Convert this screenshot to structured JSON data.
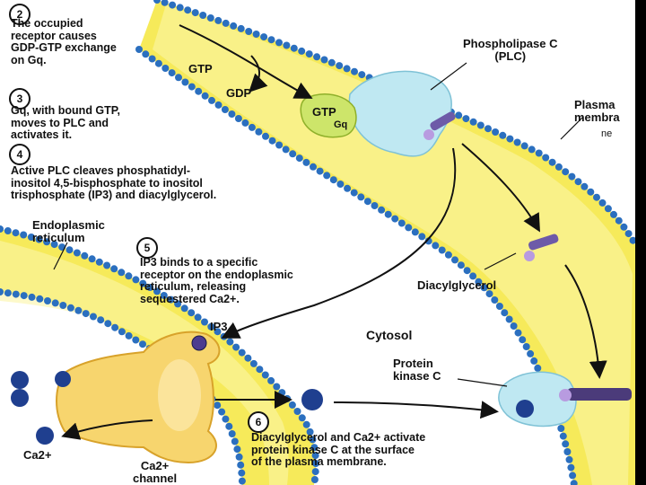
{
  "colors": {
    "membrane": "#f6ea5a",
    "membrane_light": "#fbf5a6",
    "lipid_head": "#2b6fbf",
    "protein": "#bfe8f2",
    "g_protein": "#cde56a",
    "channel": "#f7d56e",
    "ion": "#1f3f8f",
    "dag": "#6d5aa8",
    "background": "#ffffff",
    "edge": "#000000"
  },
  "icons": {
    "step_marker": "circled-number-icon",
    "calcium": "calcium-ion-icon",
    "dag": "diacylglycerol-molecule-icon"
  },
  "steps": {
    "s2": {
      "number": "2",
      "text": "The occupied\nreceptor causes\nGDP-GTP exchange\non Gq."
    },
    "s3": {
      "number": "3",
      "text": "Gq, with bound GTP,\nmoves to PLC and\nactivates it."
    },
    "s4": {
      "number": "4",
      "text": "Active PLC cleaves phosphatidyl-\ninositol 4,5-bisphosphate to inositol\ntrisphosphate (IP3) and diacylglycerol."
    },
    "s5": {
      "number": "5",
      "text": "IP3 binds to a specific\nreceptor on the endoplasmic\nreticulum, releasing\nsequestered Ca2+."
    },
    "s6": {
      "number": "6",
      "text": "Diacylglycerol and Ca2+ activate\nprotein kinase C at the surface\nof the plasma membrane."
    }
  },
  "labels": {
    "gtp_in": "GTP",
    "gdp_out": "GDP",
    "gtp_bound": "GTP",
    "gq": "Gq",
    "plc": "Phospholipase C\n(PLC)",
    "plasma_membrane": "Plasma\nmembra",
    "plasma_membrane_tail": "ne",
    "er": "Endoplasmic\nreticulum",
    "dag": "Diacylglycerol",
    "ip3": "IP3",
    "cytosol": "Cytosol",
    "pkc": "Protein\nkinase C",
    "ca_left": "Ca2+",
    "ca_channel": "Ca2+\nchannel"
  }
}
